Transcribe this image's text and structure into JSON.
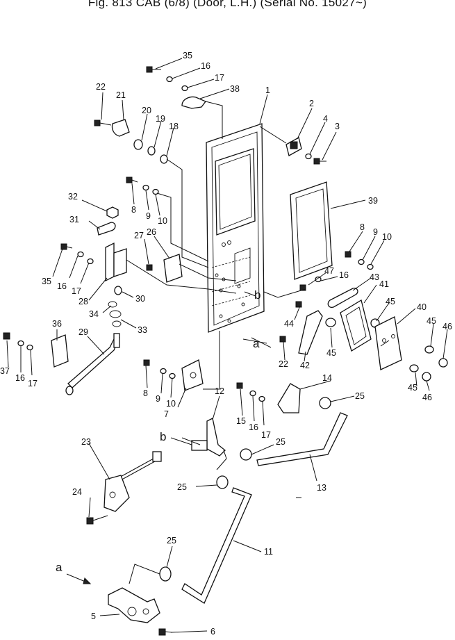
{
  "header": {
    "title": "Fig. 813  CAB (6/8)  (Door, L.H.)  (Serial No. 15027~)"
  },
  "labels": [
    {
      "id": "35a",
      "text": "35"
    },
    {
      "id": "16a",
      "text": "16"
    },
    {
      "id": "17a",
      "text": "17"
    },
    {
      "id": "38",
      "text": "38"
    },
    {
      "id": "1",
      "text": "1"
    },
    {
      "id": "2",
      "text": "2"
    },
    {
      "id": "4",
      "text": "4"
    },
    {
      "id": "3",
      "text": "3"
    },
    {
      "id": "22a",
      "text": "22"
    },
    {
      "id": "21",
      "text": "21"
    },
    {
      "id": "20",
      "text": "20"
    },
    {
      "id": "19",
      "text": "19"
    },
    {
      "id": "18",
      "text": "18"
    },
    {
      "id": "8a",
      "text": "8"
    },
    {
      "id": "9a",
      "text": "9"
    },
    {
      "id": "10a",
      "text": "10"
    },
    {
      "id": "32",
      "text": "32"
    },
    {
      "id": "31",
      "text": "31"
    },
    {
      "id": "39",
      "text": "39"
    },
    {
      "id": "27",
      "text": "27"
    },
    {
      "id": "26",
      "text": "26"
    },
    {
      "id": "8b",
      "text": "8"
    },
    {
      "id": "9b",
      "text": "9"
    },
    {
      "id": "10b",
      "text": "10"
    },
    {
      "id": "35b",
      "text": "35"
    },
    {
      "id": "16b",
      "text": "16"
    },
    {
      "id": "17b",
      "text": "17"
    },
    {
      "id": "28",
      "text": "28"
    },
    {
      "id": "30",
      "text": "30"
    },
    {
      "id": "47",
      "text": "47"
    },
    {
      "id": "16c",
      "text": "16"
    },
    {
      "id": "43",
      "text": "43"
    },
    {
      "id": "41",
      "text": "41"
    },
    {
      "id": "b1",
      "text": "b"
    },
    {
      "id": "34",
      "text": "34"
    },
    {
      "id": "33",
      "text": "33"
    },
    {
      "id": "45a",
      "text": "45"
    },
    {
      "id": "40",
      "text": "40"
    },
    {
      "id": "45b",
      "text": "45"
    },
    {
      "id": "46a",
      "text": "46"
    },
    {
      "id": "44",
      "text": "44"
    },
    {
      "id": "36",
      "text": "36"
    },
    {
      "id": "29",
      "text": "29"
    },
    {
      "id": "a1",
      "text": "a"
    },
    {
      "id": "22b",
      "text": "22"
    },
    {
      "id": "42",
      "text": "42"
    },
    {
      "id": "45c",
      "text": "45"
    },
    {
      "id": "37",
      "text": "37"
    },
    {
      "id": "16d",
      "text": "16"
    },
    {
      "id": "17c",
      "text": "17"
    },
    {
      "id": "45d",
      "text": "45"
    },
    {
      "id": "46b",
      "text": "46"
    },
    {
      "id": "8c",
      "text": "8"
    },
    {
      "id": "9c",
      "text": "9"
    },
    {
      "id": "10c",
      "text": "10"
    },
    {
      "id": "7",
      "text": "7"
    },
    {
      "id": "14",
      "text": "14"
    },
    {
      "id": "12",
      "text": "12"
    },
    {
      "id": "25a",
      "text": "25"
    },
    {
      "id": "15",
      "text": "15"
    },
    {
      "id": "16e",
      "text": "16"
    },
    {
      "id": "17d",
      "text": "17"
    },
    {
      "id": "b2",
      "text": "b"
    },
    {
      "id": "23",
      "text": "23"
    },
    {
      "id": "25b",
      "text": "25"
    },
    {
      "id": "13",
      "text": "13"
    },
    {
      "id": "25c",
      "text": "25"
    },
    {
      "id": "24",
      "text": "24"
    },
    {
      "id": "25d",
      "text": "25"
    },
    {
      "id": "11",
      "text": "11"
    },
    {
      "id": "a2",
      "text": "a"
    },
    {
      "id": "5",
      "text": "5"
    },
    {
      "id": "6",
      "text": "6"
    }
  ]
}
